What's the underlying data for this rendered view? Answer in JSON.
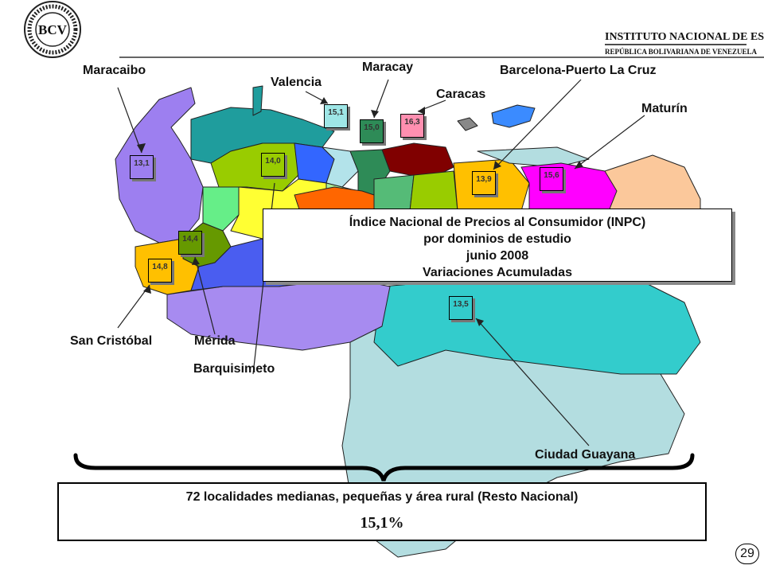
{
  "header": {
    "bcv_logo_text": "BCV",
    "ine_logo_line1": "INSTITUTO NACIONAL DE ESTADÍSTICA",
    "ine_logo_line2": "REPÚBLICA BOLIVARIANA DE VENEZUELA"
  },
  "title": {
    "line1": "Índice Nacional de Precios al Consumidor (INPC)",
    "line2": "por dominios de estudio",
    "line3": "junio 2008",
    "line4": "Variaciones Acumuladas"
  },
  "cities": {
    "maracaibo": {
      "name": "Maracaibo",
      "value": "13,1",
      "color": "#9d7ff0"
    },
    "valencia": {
      "name": "Valencia",
      "value": "15,1",
      "color": "#9ee6e6"
    },
    "maracay": {
      "name": "Maracay",
      "value": "15,0",
      "color": "#2e8b57"
    },
    "caracas": {
      "name": "Caracas",
      "value": "16,3",
      "color": "#ff8fb0"
    },
    "barcelona": {
      "name": "Barcelona-Puerto La Cruz",
      "value": "13,9",
      "color": "#ffc000"
    },
    "maturin": {
      "name": "Maturín",
      "value": "15,6",
      "color": "#ff00ff"
    },
    "barquisimeto": {
      "name": "Barquisimeto",
      "value": "14,0",
      "color": "#99cc00"
    },
    "merida": {
      "name": "Mérida",
      "value": "14,4",
      "color": "#669900"
    },
    "san_cristobal": {
      "name": "San Cristóbal",
      "value": "14,8",
      "color": "#ffc000"
    },
    "ciudad_guayana": {
      "name": "Ciudad Guayana",
      "value": "13,5",
      "color": "#33cccc"
    }
  },
  "rest_nacional": {
    "label": "72 localidades medianas, pequeñas y área rural (Resto Nacional)",
    "value": "15,1%"
  },
  "page_number": "29"
}
